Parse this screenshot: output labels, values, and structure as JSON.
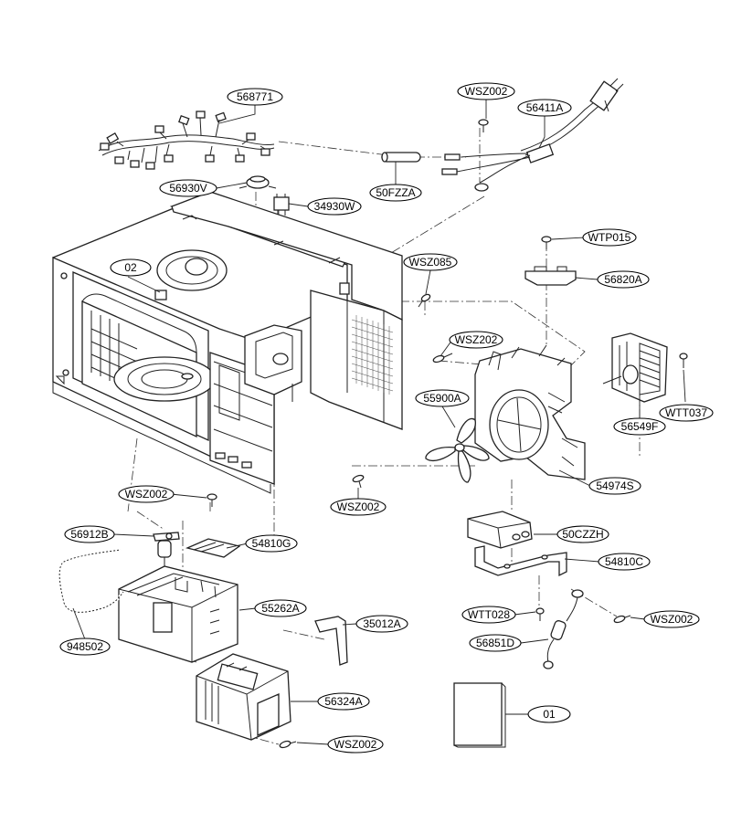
{
  "labels": {
    "l_568771": "568771",
    "l_wsz002_top": "WSZ002",
    "l_56411a": "56411A",
    "l_56930v": "56930V",
    "l_34930w": "34930W",
    "l_50fzza": "50FZZA",
    "l_wtp015": "WTP015",
    "l_02": "02",
    "l_wsz085": "WSZ085",
    "l_56820a": "56820A",
    "l_wsz202": "WSZ202",
    "l_55900a": "55900A",
    "l_56549f": "56549F",
    "l_wtt037": "WTT037",
    "l_54974s": "54974S",
    "l_wsz002_left": "WSZ002",
    "l_wsz002_mid": "WSZ002",
    "l_56912b": "56912B",
    "l_54810g": "54810G",
    "l_50czzh": "50CZZH",
    "l_54810c": "54810C",
    "l_55262a": "55262A",
    "l_wtt028": "WTT028",
    "l_wsz002_right": "WSZ002",
    "l_35012a": "35012A",
    "l_948502": "948502",
    "l_56851d": "56851D",
    "l_56324a": "56324A",
    "l_01": "01",
    "l_wsz002_bottom": "WSZ002"
  }
}
